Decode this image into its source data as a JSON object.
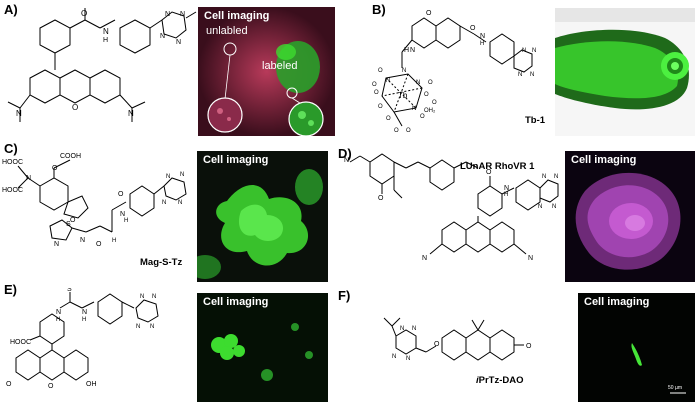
{
  "panels": [
    {
      "id": "A",
      "label": "A)",
      "image_title": "Cell imaging",
      "annotations": [
        "unlabled",
        "labeled"
      ]
    },
    {
      "id": "B",
      "label": "B)",
      "compound": "Tb-1"
    },
    {
      "id": "C",
      "label": "C)",
      "compound": "Mag-S-Tz",
      "image_title": "Cell imaging"
    },
    {
      "id": "D",
      "label": "D)",
      "compound": "LUnAR RhoVR 1",
      "image_title": "Cell imaging"
    },
    {
      "id": "E",
      "label": "E)",
      "image_title": "Cell imaging"
    },
    {
      "id": "F",
      "label": "F)",
      "compound": "iPrTz-DAO",
      "compound_prefix": "i",
      "compound_rest": "PrTz-DAO",
      "image_title": "Cell imaging",
      "scale_text": "50 µm"
    }
  ],
  "atoms": {
    "A": [
      "O",
      "N",
      "H",
      "N",
      "N",
      "N",
      "N",
      "O",
      "N",
      "N"
    ],
    "B": [
      "O",
      "H",
      "N",
      "O",
      "N",
      "H",
      "N",
      "N",
      "N",
      "N",
      "O",
      "N",
      "Tb",
      "N",
      "N",
      "O",
      "O",
      "O",
      "O",
      "O",
      "O",
      "O",
      "OH₂",
      "O",
      "O",
      "O",
      "N"
    ],
    "C": [
      "HOOC",
      "COOH",
      "HOOC",
      "N",
      "O",
      "O",
      "N",
      "S",
      "N",
      "O",
      "H",
      "O",
      "N",
      "H",
      "N",
      "N",
      "N",
      "N"
    ],
    "D": [
      "N",
      "O",
      "N",
      "H",
      "O",
      "N",
      "N",
      "N",
      "N",
      "N",
      "N"
    ],
    "E": [
      "S",
      "N",
      "H",
      "N",
      "H",
      "N",
      "N",
      "N",
      "N",
      "HOOC",
      "O",
      "O",
      "OH"
    ],
    "F": [
      "N",
      "N",
      "N",
      "N",
      "O",
      "O"
    ]
  },
  "colors": {
    "green": "#3ddc2f",
    "magenta": "#c04ac8",
    "red_bg": "#8a1f3a"
  }
}
